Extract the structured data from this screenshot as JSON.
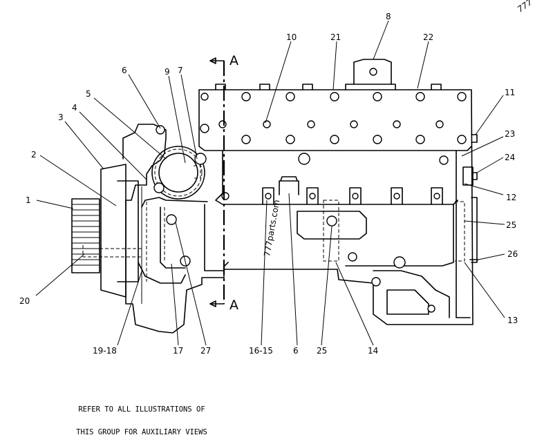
{
  "watermark_corner": "777",
  "watermark_center": "777parts.com",
  "section_label_top": "A",
  "section_label_bottom": "A",
  "callouts": {
    "c1": "1",
    "c2": "2",
    "c3": "3",
    "c4": "4",
    "c5": "5",
    "c6": "6",
    "c7": "7",
    "c8": "8",
    "c9": "9",
    "c10": "10",
    "c11": "11",
    "c12": "12",
    "c13": "13",
    "c14": "14",
    "c15": "16-15",
    "c6b": "6",
    "c17": "17",
    "c18": "19-18",
    "c20": "20",
    "c21": "21",
    "c22": "22",
    "c23": "23",
    "c24": "24",
    "c25a": "25",
    "c25b": "25",
    "c26": "26",
    "c27": "27"
  },
  "note_lines": [
    "REFER TO ALL ILLUSTRATIONS OF",
    "THIS GROUP FOR AUXILIARY VIEWS"
  ]
}
